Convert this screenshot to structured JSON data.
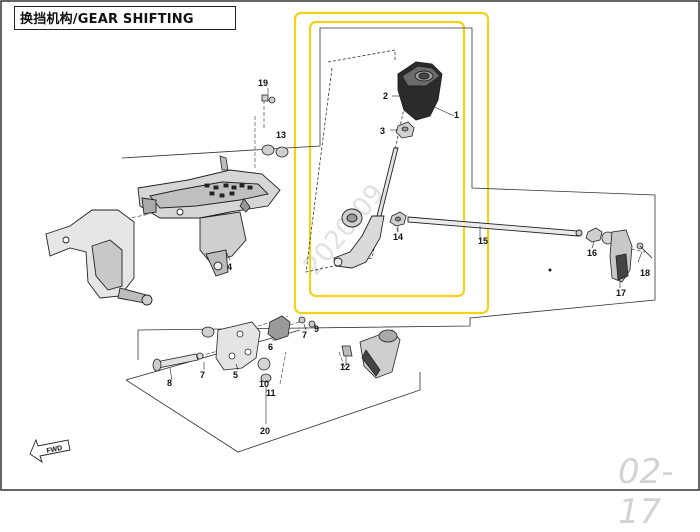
{
  "title": "换挡机构/GEAR SHIFTING",
  "watermark": {
    "left": "2020-09",
    "right": "02-17"
  },
  "fwd_label": "FWD",
  "callouts": [
    "1",
    "2",
    "3",
    "4",
    "5",
    "6",
    "7",
    "7",
    "8",
    "9",
    "10",
    "11",
    "12",
    "13",
    "14",
    "15",
    "16",
    "17",
    "18",
    "19",
    "20"
  ],
  "colors": {
    "highlight": "#f2d21a",
    "line": "#222222",
    "part_fill": "#d8d8d8"
  }
}
